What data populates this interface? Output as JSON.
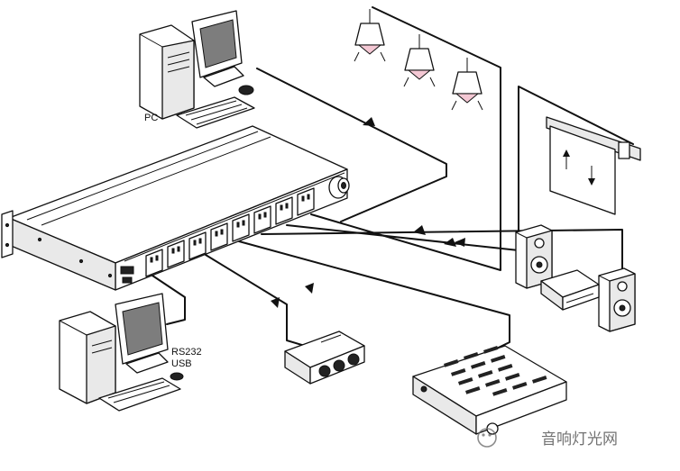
{
  "labels": {
    "pc_top": "PC",
    "rs232": "RS232",
    "usb": "USB"
  },
  "watermark": {
    "text": "音响灯光网",
    "icon": "wechat-icon"
  }
}
